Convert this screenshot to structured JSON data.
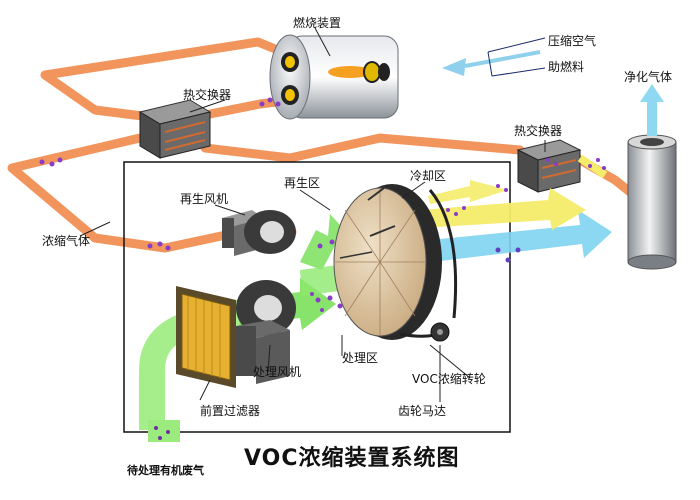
{
  "diagram": {
    "title": "VOC浓缩装置系统图",
    "labels": {
      "burner": "燃烧装置",
      "heat_exchanger_left": "热交换器",
      "heat_exchanger_right": "热交换器",
      "compressed_air": "压缩空气",
      "fuel": "助燃料",
      "clean_gas": "净化气体",
      "regen_fan": "再生风机",
      "regen_zone": "再生区",
      "cooling_zone": "冷却区",
      "concentrated_gas": "浓缩气体",
      "process_fan": "处理风机",
      "process_zone": "处理区",
      "rotor": "VOC浓缩转轮",
      "pre_filter": "前置过滤器",
      "gear_motor": "齿轮马达",
      "waste_gas": "待处理有机废气"
    },
    "colors": {
      "orange_flow": "#f08a4b",
      "yellow_flow": "#f4ec6a",
      "green_flow": "#86e86a",
      "blue_flow": "#7fd3f0",
      "dots": "#8a3cc8"
    }
  }
}
